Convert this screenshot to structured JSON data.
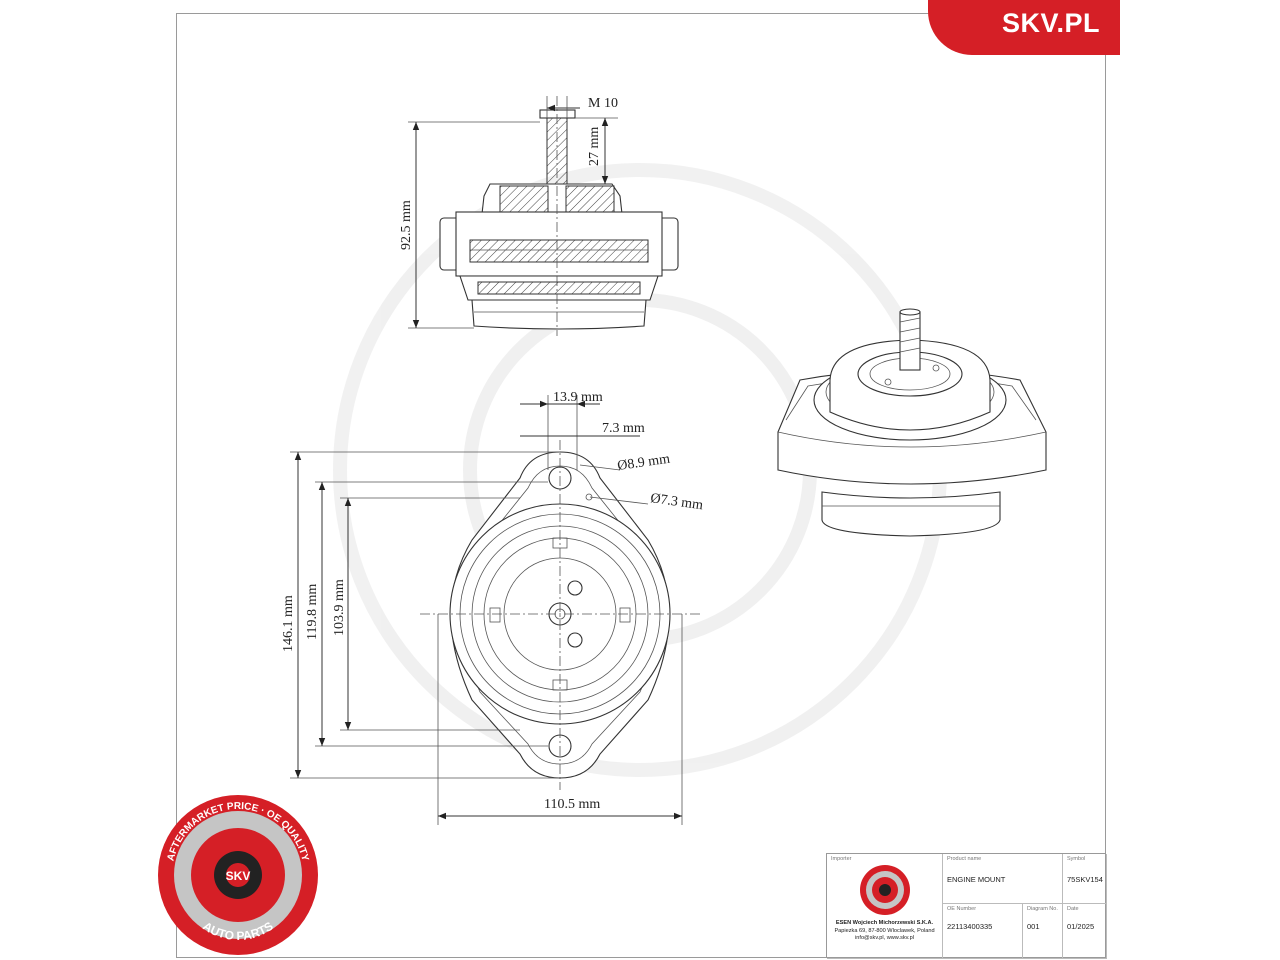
{
  "brand": {
    "name": "SKV.PL"
  },
  "dimensions": {
    "thread": "M 10",
    "stud_length": "27 mm",
    "total_height": "92.5 mm",
    "hole_spacing": "13.9 mm",
    "offset": "7.3 mm",
    "hole_dia_1": "Ø8.9 mm",
    "hole_dia_2": "Ø7.3 mm",
    "length_1": "146.1 mm",
    "length_2": "119.8 mm",
    "length_3": "103.9 mm",
    "width": "110.5 mm"
  },
  "badge": {
    "ring_text": "AFTERMARKET PRICE · OE QUALITY",
    "center": "SKV",
    "bottom": "AUTO PARTS"
  },
  "title_block": {
    "importer_label": "Importer",
    "importer_line1": "ESEN Wojciech Michorzewski S.K.A.",
    "importer_line2": "Papiezka 69, 87-800 Wloclawek, Poland",
    "importer_line3": "info@skv.pl, www.skv.pl",
    "product_label": "Product name",
    "product_value": "ENGINE MOUNT",
    "symbol_label": "Symbol",
    "symbol_value": "75SKV154",
    "oe_label": "OE Number",
    "oe_value": "22113400335",
    "diagram_label": "Diagram No.",
    "diagram_value": "001",
    "date_label": "Date",
    "date_value": "01/2025"
  },
  "colors": {
    "brand_red": "#d51f26",
    "line": "#333333"
  }
}
